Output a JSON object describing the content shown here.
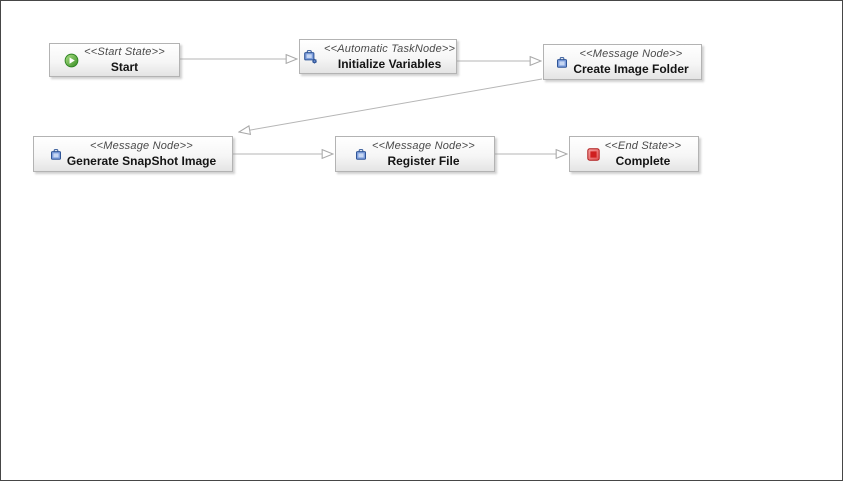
{
  "diagram": {
    "title": "workflow-designer-canvas",
    "nodes": [
      {
        "stereotype": "<<Start State>>",
        "label": "Start",
        "icon": "start-play-icon"
      },
      {
        "stereotype": "<<Automatic TaskNode>>",
        "label": "Initialize Variables",
        "icon": "automatic-task-gear-icon"
      },
      {
        "stereotype": "<<Message Node>>",
        "label": "Create Image Folder",
        "icon": "message-node-icon"
      },
      {
        "stereotype": "<<Message Node>>",
        "label": "Generate SnapShot Image",
        "icon": "message-node-icon"
      },
      {
        "stereotype": "<<Message Node>>",
        "label": "Register File",
        "icon": "message-node-icon"
      },
      {
        "stereotype": "<<End State>>",
        "label": "Complete",
        "icon": "end-stop-icon"
      }
    ],
    "edges": [
      {
        "from": "Start",
        "to": "Initialize Variables"
      },
      {
        "from": "Initialize Variables",
        "to": "Create Image Folder"
      },
      {
        "from": "Create Image Folder",
        "to": "Generate SnapShot Image"
      },
      {
        "from": "Generate SnapShot Image",
        "to": "Register File"
      },
      {
        "from": "Register File",
        "to": "Complete"
      }
    ],
    "colors": {
      "canvas_border": "#464646",
      "node_border": "#b3b3b3",
      "node_fill_top": "#ffffff",
      "node_fill_bottom": "#e4e4e4",
      "connector_gray": "#b6b6b6",
      "start_icon_green": "#2e8422",
      "end_icon_red": "#c42020",
      "message_icon_blue": "#2f5597"
    }
  }
}
